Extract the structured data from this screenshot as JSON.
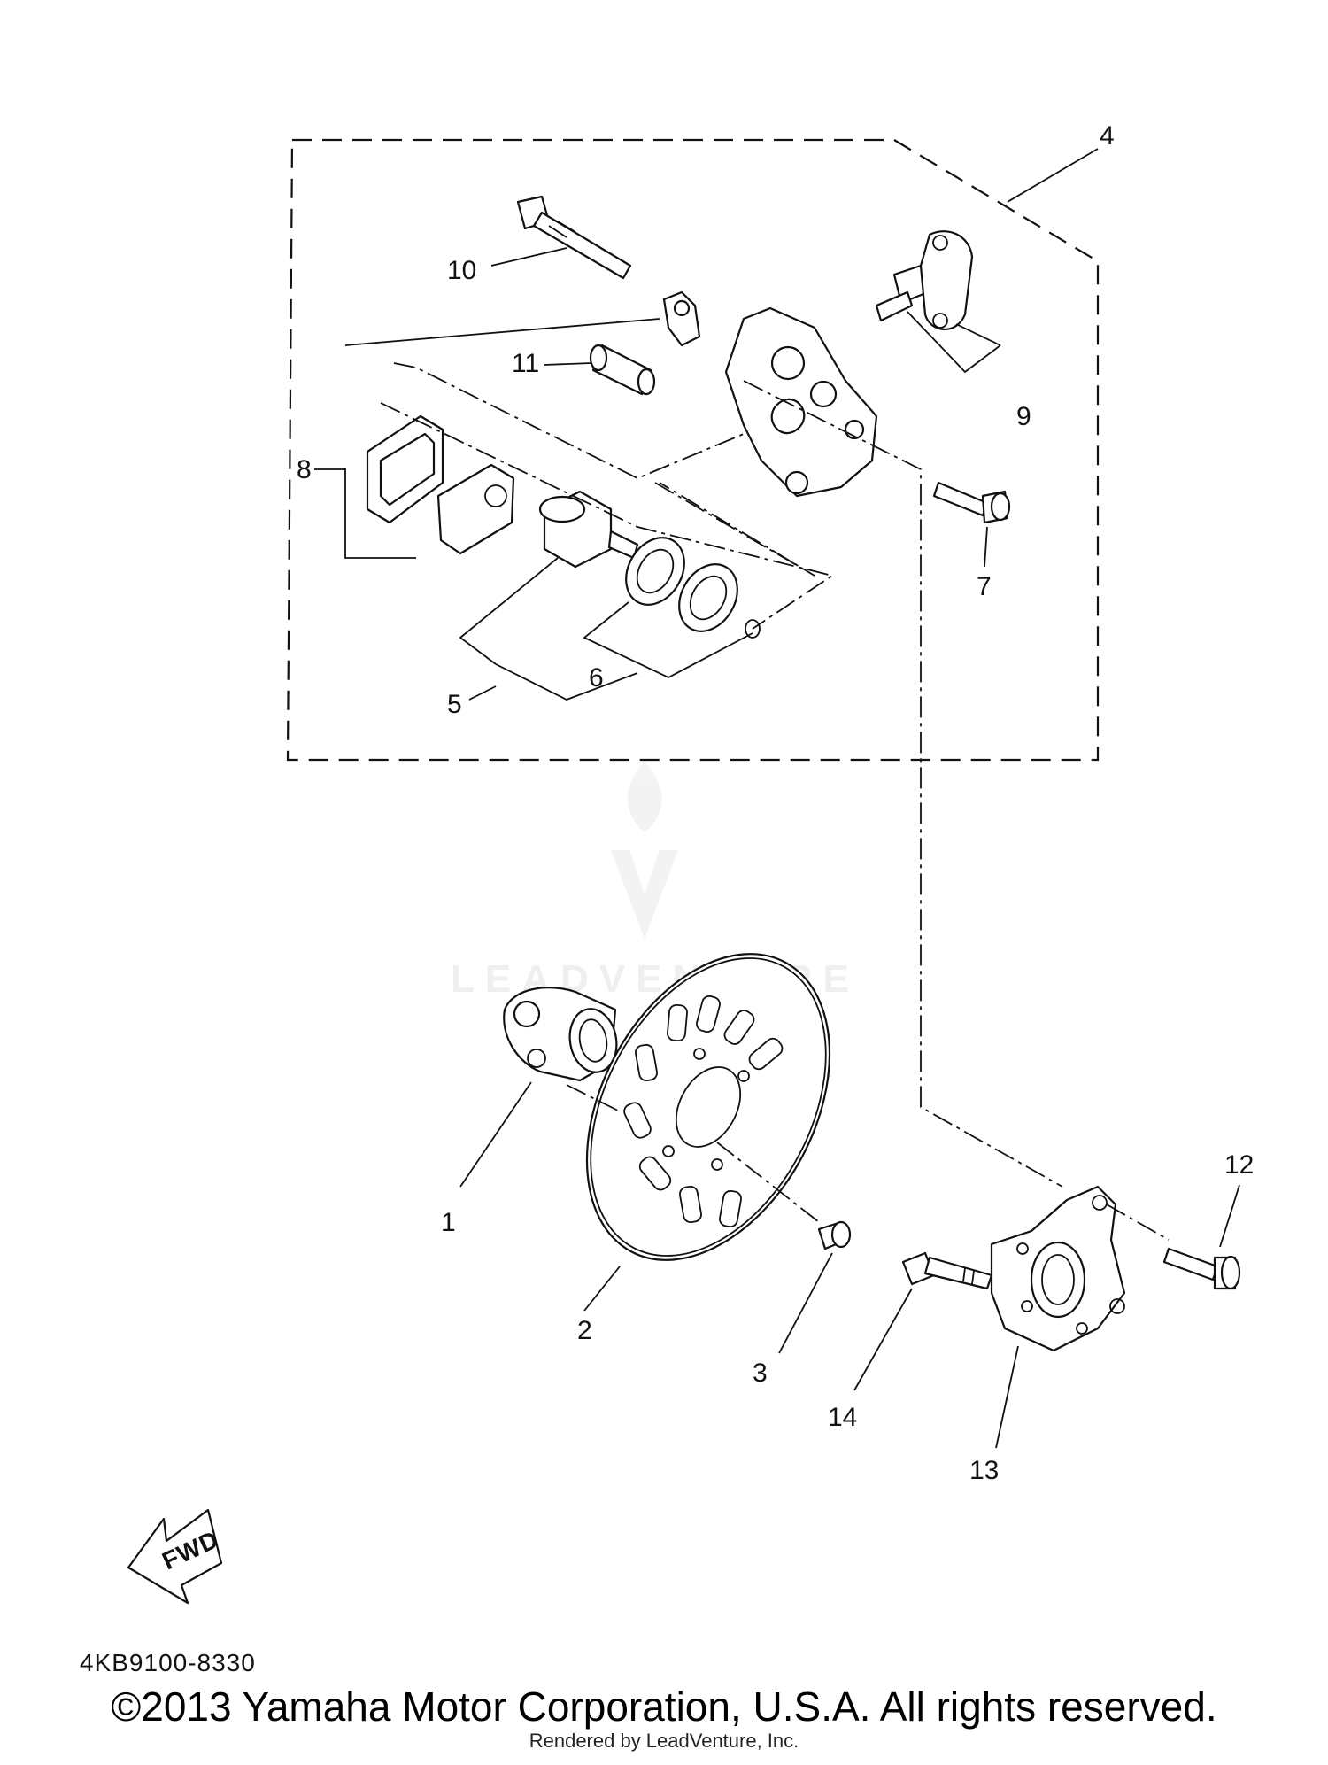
{
  "diagram": {
    "callouts": {
      "c1": "1",
      "c2": "2",
      "c3": "3",
      "c4": "4",
      "c5": "5",
      "c6": "6",
      "c7": "7",
      "c8": "8",
      "c9": "9",
      "c10": "10",
      "c11": "11",
      "c12": "12",
      "c13": "13",
      "c14": "14"
    },
    "diagram_code": "4KB9100-8330",
    "fwd_label": "FWD",
    "icons": [
      "fwd-arrow-icon",
      "leadventure-logo-icon"
    ]
  },
  "watermark": {
    "brand": "LEADVENTURE"
  },
  "footer": {
    "copyright": "©2013 Yamaha Motor Corporation, U.S.A. All rights reserved.",
    "rendered_by": "Rendered by LeadVenture, Inc."
  }
}
